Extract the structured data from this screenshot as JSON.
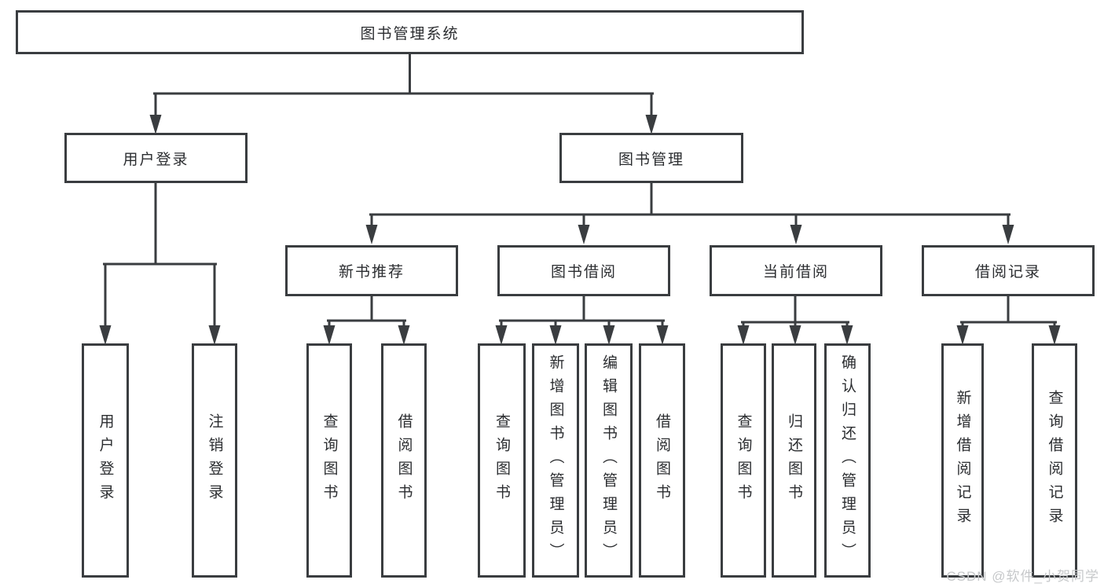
{
  "diagram_title": "图书管理系统",
  "tree": {
    "label": "图书管理系统",
    "children": [
      {
        "label": "用户登录",
        "children": [
          {
            "label": "用户登录"
          },
          {
            "label": "注销登录"
          }
        ]
      },
      {
        "label": "图书管理",
        "children": [
          {
            "label": "新书推荐",
            "children": [
              {
                "label": "查询图书"
              },
              {
                "label": "借阅图书"
              }
            ]
          },
          {
            "label": "图书借阅",
            "children": [
              {
                "label": "查询图书"
              },
              {
                "label": "新增图书（管理员）"
              },
              {
                "label": "编辑图书（管理员）"
              },
              {
                "label": "借阅图书"
              }
            ]
          },
          {
            "label": "当前借阅",
            "children": [
              {
                "label": "查询图书"
              },
              {
                "label": "归还图书"
              },
              {
                "label": "确认归还（管理员）"
              }
            ]
          },
          {
            "label": "借阅记录",
            "children": [
              {
                "label": "新增借阅记录"
              },
              {
                "label": "查询借阅记录"
              }
            ]
          }
        ]
      }
    ]
  },
  "watermark": {
    "text": "CSDN @软件_小贺同学"
  },
  "colors": {
    "line": "#3a3d40",
    "box_border": "#3a3d40",
    "box_fill": "#ffffff",
    "text": "#2b2d30",
    "watermark": "#c6c8ca"
  }
}
